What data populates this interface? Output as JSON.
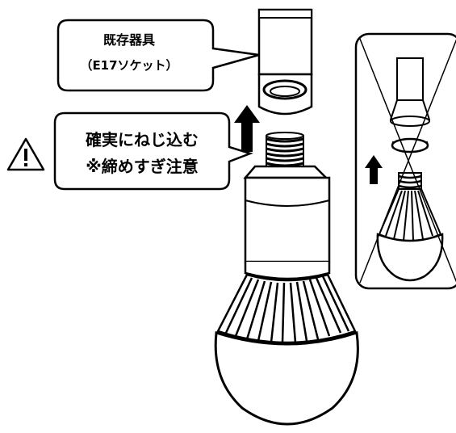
{
  "callout_socket": {
    "line1": "既存器具",
    "line2": "（E17ソケット）"
  },
  "callout_instruction": {
    "line1": "確実にねじ込む",
    "line2": "※締めすぎ注意"
  },
  "icons": {
    "warning": "warning-triangle-icon",
    "arrow": "arrow-up-icon",
    "prohibited": "prohibited-cross-icon"
  },
  "colors": {
    "stroke": "#000000",
    "background": "#ffffff"
  }
}
